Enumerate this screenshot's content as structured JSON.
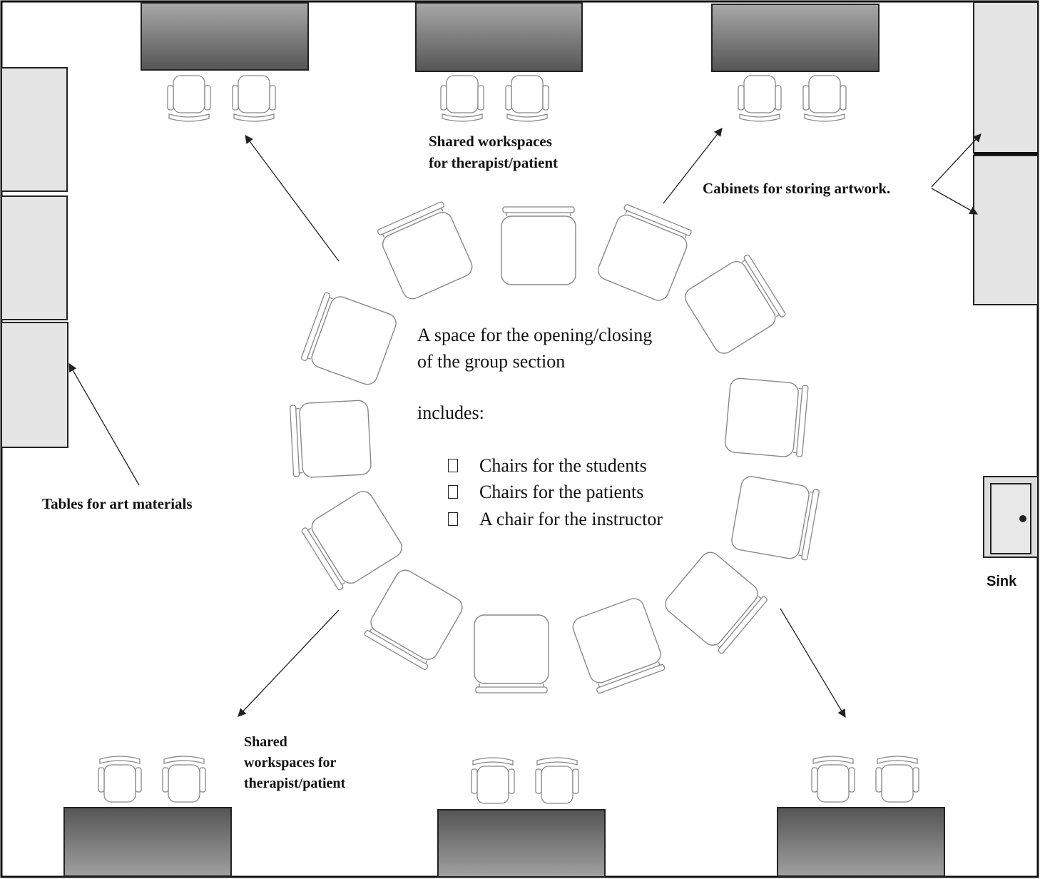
{
  "labels": {
    "shared_top": [
      "Shared workspaces",
      "for therapist/patient"
    ],
    "cabinets": "Cabinets for storing artwork.",
    "tables": "Tables for art materials",
    "sink": "Sink",
    "shared_bottom": [
      "Shared",
      "workspaces for",
      "therapist/patient"
    ]
  },
  "center": {
    "line1": " A space for the opening/closing",
    "line2": "of the group section",
    "includes": " includes:",
    "items": [
      "Chairs for the students",
      "Chairs for the patients",
      "A chair for the instructor"
    ]
  },
  "colors": {
    "desk_dark": "#555555",
    "desk_light": "#a6a6a6",
    "cabinet_fill": "#e5e5e5",
    "line": "#222222",
    "chair": "#888888"
  }
}
